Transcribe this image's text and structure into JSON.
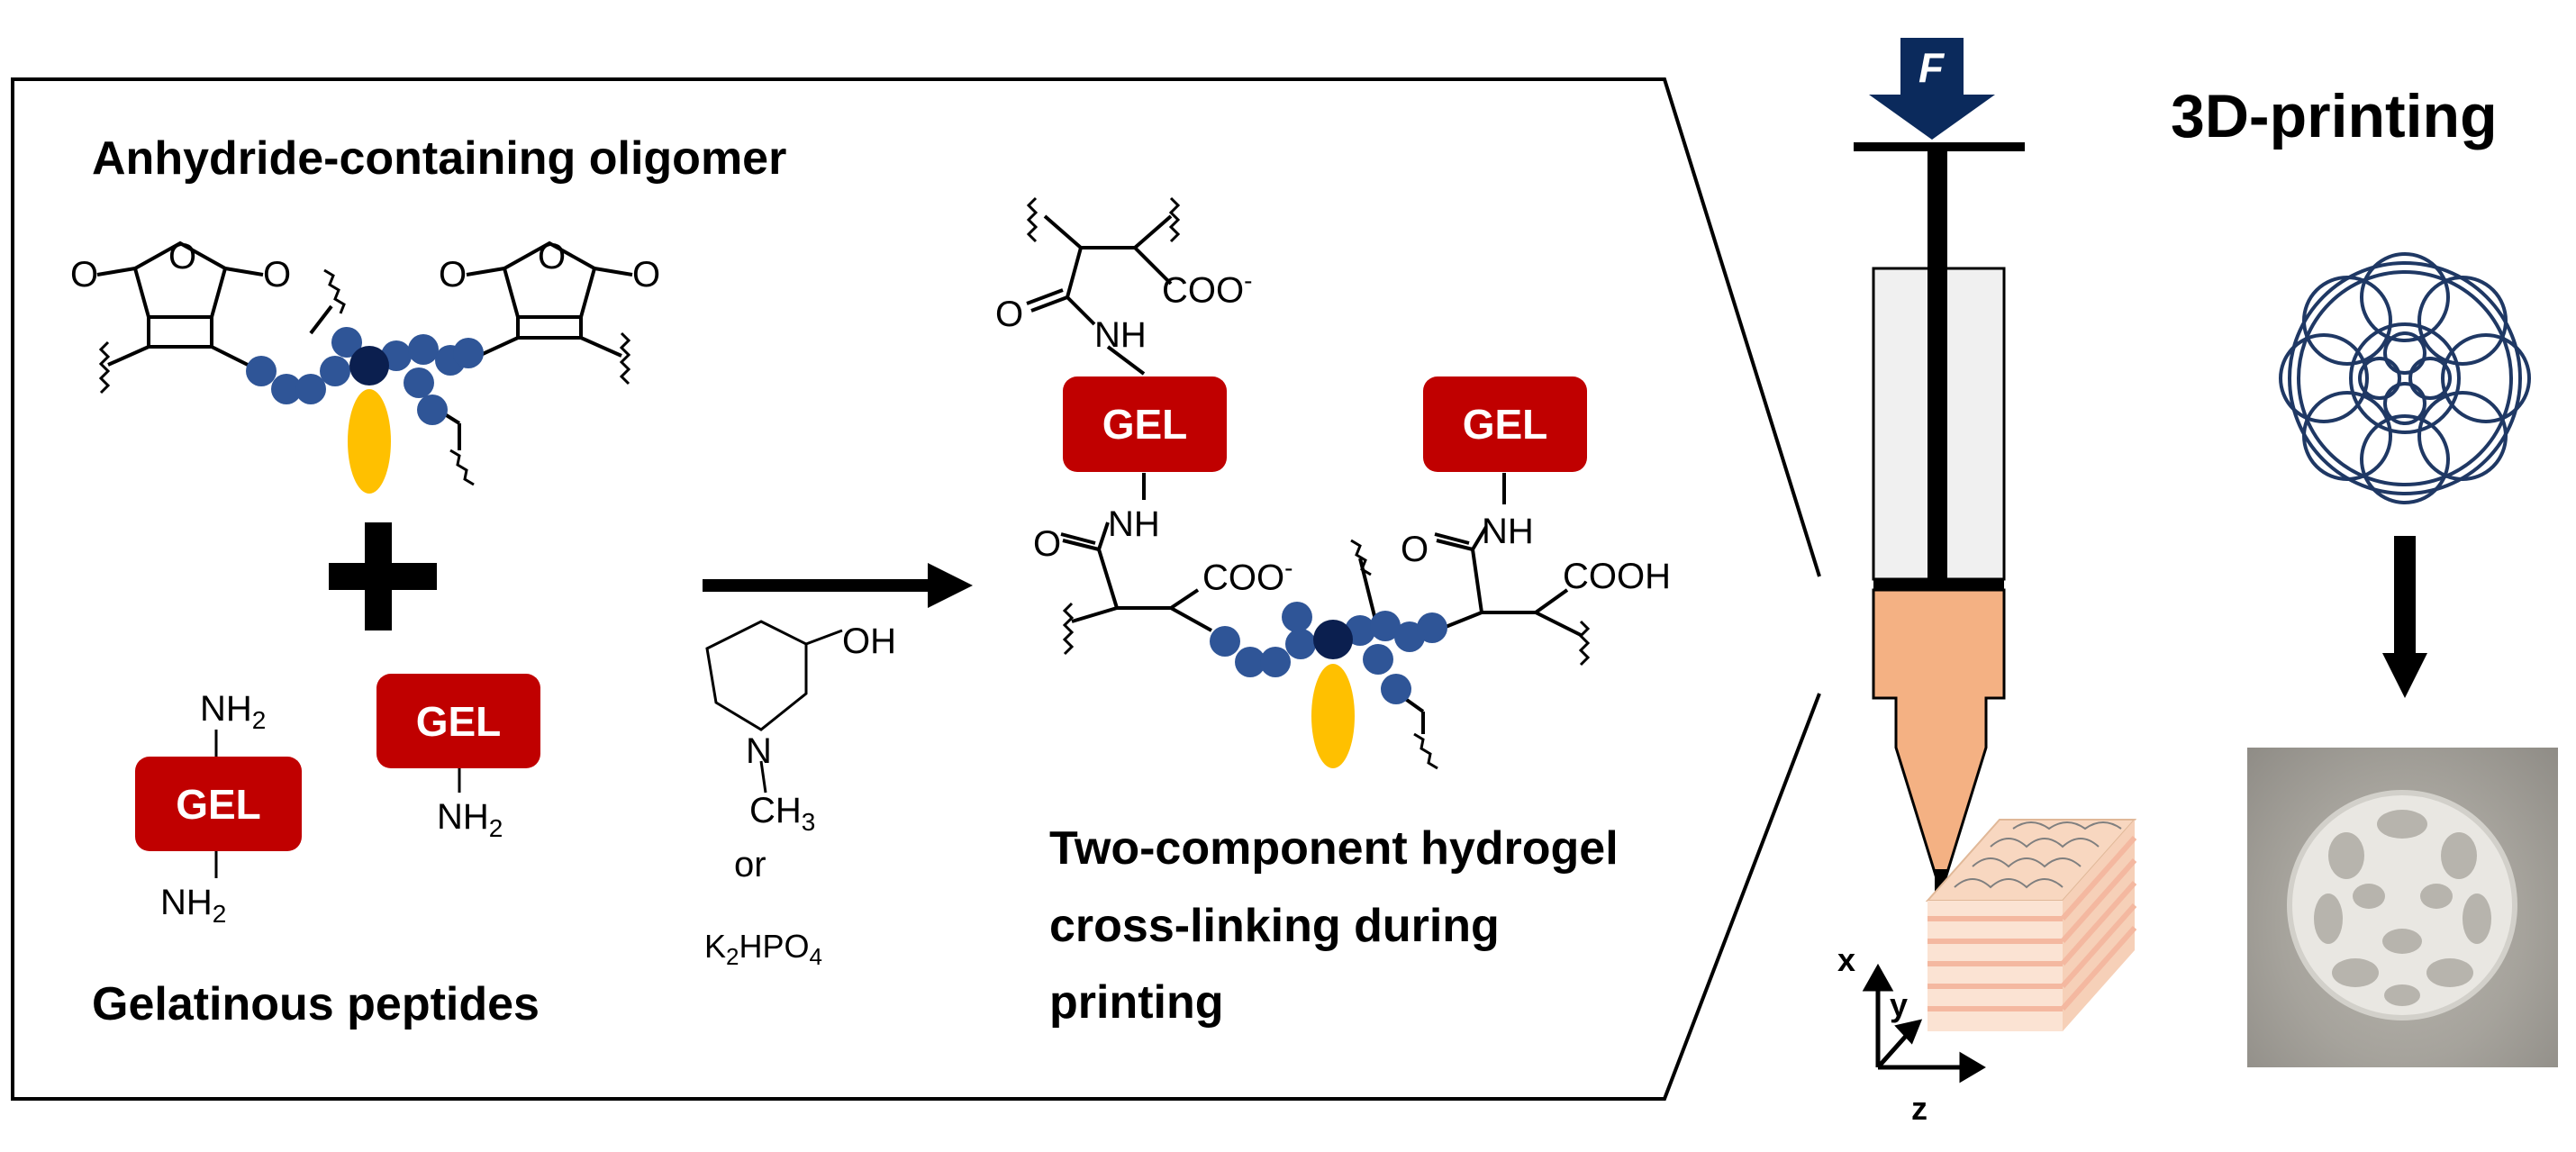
{
  "left_panel": {
    "oligomer_title": "Anhydride-containing oligomer",
    "peptides_title": "Gelatinous peptides",
    "gel_label": "GEL",
    "nh2_label": "NH",
    "subscript_2": "2",
    "catalyst": {
      "oh_label": "OH",
      "n_label": "N",
      "ch3_label": "CH",
      "subscript_3": "3",
      "or_label": "or",
      "salt_k": "K",
      "salt_sub_2": "2",
      "salt_hpo": "HPO",
      "salt_sub_4": "4"
    },
    "product": {
      "coo_minus": "COO",
      "minus_sign": "-",
      "cooh": "COOH",
      "nh": "NH",
      "o": "O",
      "caption_line1": "Two-component hydrogel",
      "caption_line2": "cross-linking during",
      "caption_line3": "printing"
    }
  },
  "right_panel": {
    "title": "3D-printing",
    "force_label": "F",
    "axis_x": "x",
    "axis_y": "y",
    "axis_z": "z"
  },
  "colors": {
    "gel_red": "#c00000",
    "bead_blue": "#2f5597",
    "core_navy": "#0b1f4f",
    "pendant_yellow": "#ffc000",
    "nozzle_orange": "#f4b183",
    "barrel_gray": "#f0f0f0",
    "arrow_navy": "#0b2a5c"
  }
}
